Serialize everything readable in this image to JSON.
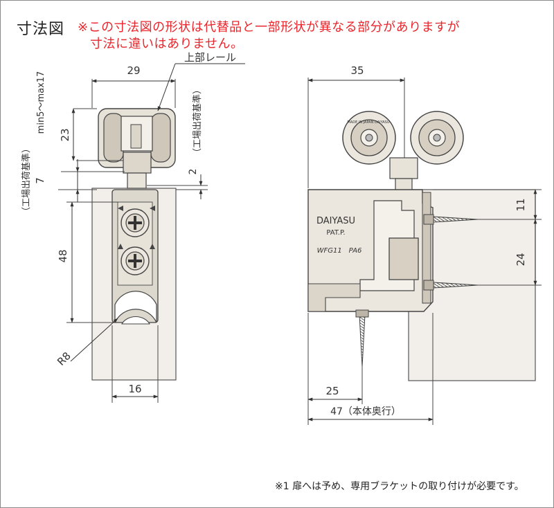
{
  "header": {
    "title": "寸法図",
    "note_line1": "※この寸法図の形状は代替品と一部形状が異なる部分がありますが",
    "note_line2": "寸法に違いはありません。",
    "note_color": "#e8262c"
  },
  "left_view": {
    "dim_width_top": "29",
    "label_rail": "上部レール",
    "dim_adjust": "min5～max17",
    "dim_23": "23",
    "dim_7": "7",
    "dim_2": "2",
    "label_factory_ref_left": "（工場出荷基準）",
    "label_factory_ref_right": "（工場出荷基準）",
    "dim_48": "48",
    "dim_r8": "R8",
    "dim_16": "16"
  },
  "right_view": {
    "dim_35": "35",
    "dim_11": "11",
    "dim_24": "24",
    "dim_25": "25",
    "dim_47": "47（本体奥行）",
    "brand": "DAIYASU",
    "patent": "PAT.P.",
    "model": "WFG11　PA6",
    "wheel_text": "MADE IN JAPAN DAIYASU"
  },
  "footer": {
    "note": "※1 扉へは予め、専用ブラケットの取り付けが必要です。"
  }
}
